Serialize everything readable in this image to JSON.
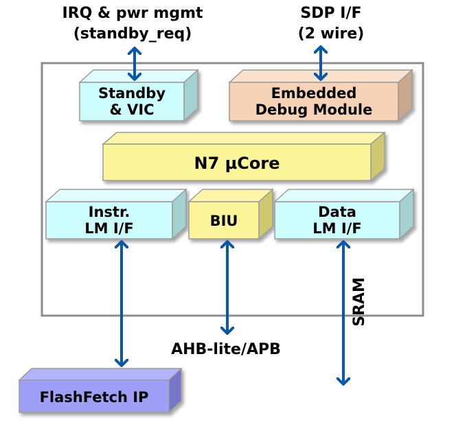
{
  "diagram": {
    "colors": {
      "arrow": "#0a56a8",
      "frame": "#8c8c8c",
      "cyan_block": "#ccfcfc",
      "yellow_block": "#fdf59a",
      "peach_block": "#f6d3b6",
      "blue_block": "#9f9ff7"
    },
    "external_labels": {
      "irq": [
        "IRQ & pwr mgmt",
        "(standby_req)"
      ],
      "sdp": [
        "SDP I/F",
        "(2 wire)"
      ],
      "ahb": "AHB-lite/APB",
      "sram": "SRAM"
    },
    "blocks": {
      "standby": [
        "Standby",
        "& VIC"
      ],
      "debug": [
        "Embedded",
        "Debug Module"
      ],
      "core": "N7 µCore",
      "instr": [
        "Instr.",
        "LM I/F"
      ],
      "biu": "BIU",
      "data": [
        "Data",
        "LM I/F"
      ],
      "flash": "FlashFetch IP"
    },
    "connections": [
      {
        "from": "IRQ & pwr mgmt",
        "to": "Standby & VIC",
        "direction": "bidirectional"
      },
      {
        "from": "SDP I/F",
        "to": "Embedded Debug Module",
        "direction": "bidirectional"
      },
      {
        "from": "Instr. LM I/F",
        "to": "FlashFetch IP",
        "direction": "bidirectional"
      },
      {
        "from": "BIU",
        "to": "AHB-lite/APB",
        "direction": "bidirectional"
      },
      {
        "from": "Data LM I/F",
        "to": "SRAM",
        "direction": "bidirectional"
      }
    ]
  }
}
